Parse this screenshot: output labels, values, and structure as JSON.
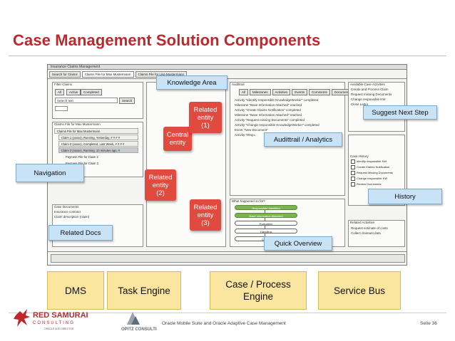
{
  "slide": {
    "title": "Case Management Solution Components",
    "footer_text": "Oracle Mobile Suite and Oracle Adaptive Case Management",
    "page_number": "Seite 36"
  },
  "colors": {
    "title": "#c0272d",
    "callout_fill": "#c8e3f6",
    "entity_fill": "#e04a3f",
    "engine_fill": "#fbe6a0",
    "flow_done": "#7db34e"
  },
  "callouts": {
    "knowledge_area": "Knowledge Area",
    "suggest_next_step": "Suggest Next Step",
    "audittrail": "Audittrail / Analytics",
    "navigation": "Navigation",
    "history": "History",
    "related_docs": "Related Docs",
    "quick_overview": "Quick Overview"
  },
  "entities": {
    "central": [
      "Central",
      "entity"
    ],
    "related1": [
      "Related",
      "entity",
      "(1)"
    ],
    "related2": [
      "Related",
      "entity",
      "(2)"
    ],
    "related3": [
      "Related",
      "entity",
      "(3)"
    ]
  },
  "engines": {
    "dms": "DMS",
    "task": "Task Engine",
    "case_process": [
      "Case / Process",
      "Engine"
    ],
    "service_bus": "Service Bus"
  },
  "mockup": {
    "window_title": "Insurance Claims Management",
    "tabs": [
      "Search for Claims",
      "Claims File for Max Mustermann",
      "Claims File for Lisa Mustermann"
    ],
    "filter_label": "Filter Claims",
    "filter_buttons": [
      "All",
      "Active",
      "Completed"
    ],
    "search_placeholder": "Search text",
    "search_button": "Search",
    "claims_header": "Claims File for Max Mustermann",
    "claims_rows": [
      "Claims File for Max Mustermann",
      "Claim 1 (xxxxx), Running, Yesterday, # # # #",
      "Claim 2 (xxxxx), Completed, Last Week, # # # #",
      "Claim 3 (xxxxx), Running, 10 minutes ago, #",
      "Payment File for Claim 2",
      "Payment File for Claim 3"
    ],
    "docs_label": "Case Documents",
    "docs_rows": [
      "Insurance contract",
      "Claim description (claim)"
    ],
    "audit_label": "Audittrail",
    "audit_tabs": [
      "All",
      "Milestones",
      "Activities",
      "Events",
      "Comments",
      "Documents"
    ],
    "audit_rows": [
      "Activity \"Identify responsible KnowledgeWorker\" completed",
      "Milestone \"Base Information Attached\" reached",
      "Activity \"Create Claims Notification\" completed",
      "Milestone \"Base Information Attached\" reached",
      "Activity \"Request missing Documents\" completed",
      "Activity \"Change responsible KnowledgeWorker\" completed",
      "Event \"New Document\"",
      "Activity \"Requ..."
    ],
    "overview_label": "What happened so far?",
    "flow_steps": [
      "Responsible Identified",
      "Base Information Attached",
      "Evaluation",
      "Handling",
      "Closed"
    ],
    "next_step_label": "Available Case Activities",
    "next_steps": [
      "Create and Process Claim",
      "Request missing Documents",
      "Change responsible KW",
      "Close Letter"
    ],
    "history_label": "Case History",
    "history_rows": [
      "Identify responsible KW",
      "Create Claims Notification",
      "Request Missing Documents",
      "Change responsible KW",
      "Review Documents"
    ],
    "history2_label": "Related Activities",
    "history2_rows": [
      "Request estimate of costs",
      "Collect claimant data"
    ]
  }
}
